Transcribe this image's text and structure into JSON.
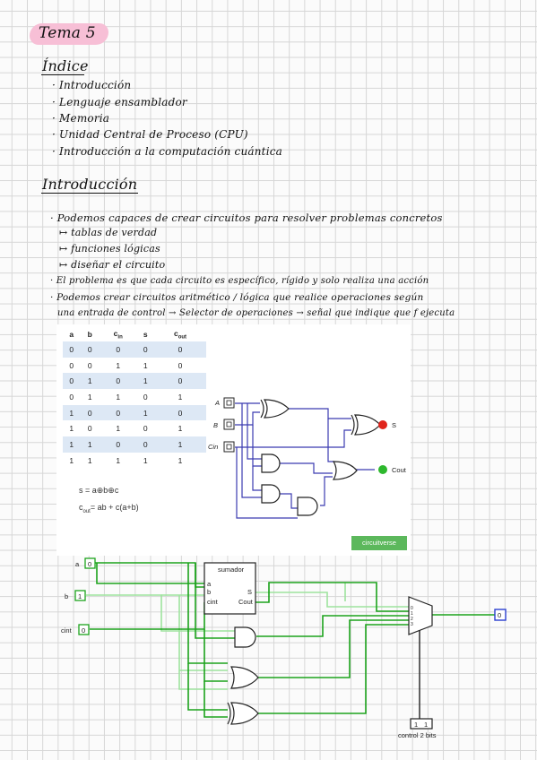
{
  "title": "Tema 5",
  "indice": {
    "heading": "Índice",
    "items": [
      "Introducción",
      "Lenguaje ensamblador",
      "Memoria",
      "Unidad Central de Proceso (CPU)",
      "Introducción a la computación cuántica"
    ]
  },
  "intro": {
    "heading": "Introducción",
    "line1": "Podemos capaces de crear circuitos para resolver problemas concretos",
    "subitems": [
      "tablas de verdad",
      "funciones lógicas",
      "diseñar el circuito"
    ],
    "line2": "El problema es que cada circuito es específico, rígido y solo realiza una acción",
    "line3": "Podemos crear circuitos aritmético / lógica que realice operaciones según",
    "line4": "una entrada de control → Selector de operaciones → señal que indique que f ejecuta"
  },
  "truth_table": {
    "headers": [
      "a",
      "b",
      "c",
      "s",
      "c"
    ],
    "header_subs": [
      "",
      "",
      "in",
      "",
      "out"
    ],
    "rows": [
      [
        "0",
        "0",
        "0",
        "0",
        "0"
      ],
      [
        "0",
        "0",
        "1",
        "1",
        "0"
      ],
      [
        "0",
        "1",
        "0",
        "1",
        "0"
      ],
      [
        "0",
        "1",
        "1",
        "0",
        "1"
      ],
      [
        "1",
        "0",
        "0",
        "1",
        "0"
      ],
      [
        "1",
        "0",
        "1",
        "0",
        "1"
      ],
      [
        "1",
        "1",
        "0",
        "0",
        "1"
      ],
      [
        "1",
        "1",
        "1",
        "1",
        "1"
      ]
    ]
  },
  "equations": {
    "s": "s = a⊕b⊕c",
    "cout_label": "c",
    "cout_sub": "out",
    "cout_rhs": "= ab + c(a+b)"
  },
  "circuit1": {
    "inputs": [
      "A",
      "B",
      "Cin"
    ],
    "outputs": [
      "S",
      "Cout"
    ],
    "button": "circuitverse"
  },
  "circuit2": {
    "inputs": [
      {
        "label": "a",
        "value": "0"
      },
      {
        "label": "b",
        "value": "1"
      },
      {
        "label": "cint",
        "value": "0"
      }
    ],
    "block": {
      "title": "sumador",
      "pins": [
        "a",
        "b",
        "cint",
        "S",
        "Cout"
      ]
    },
    "output_value": "0",
    "control_bits": [
      "1",
      "1"
    ],
    "control_label": "control 2 bits"
  },
  "colors": {
    "highlight": "#f7bfd6",
    "wire_blue": "#3b3bb0",
    "wire_green": "#1ca31c",
    "wire_lightgreen": "#9ee39e",
    "led_red": "#e0241b",
    "led_green": "#2db82d",
    "button_green": "#5cb85c"
  }
}
